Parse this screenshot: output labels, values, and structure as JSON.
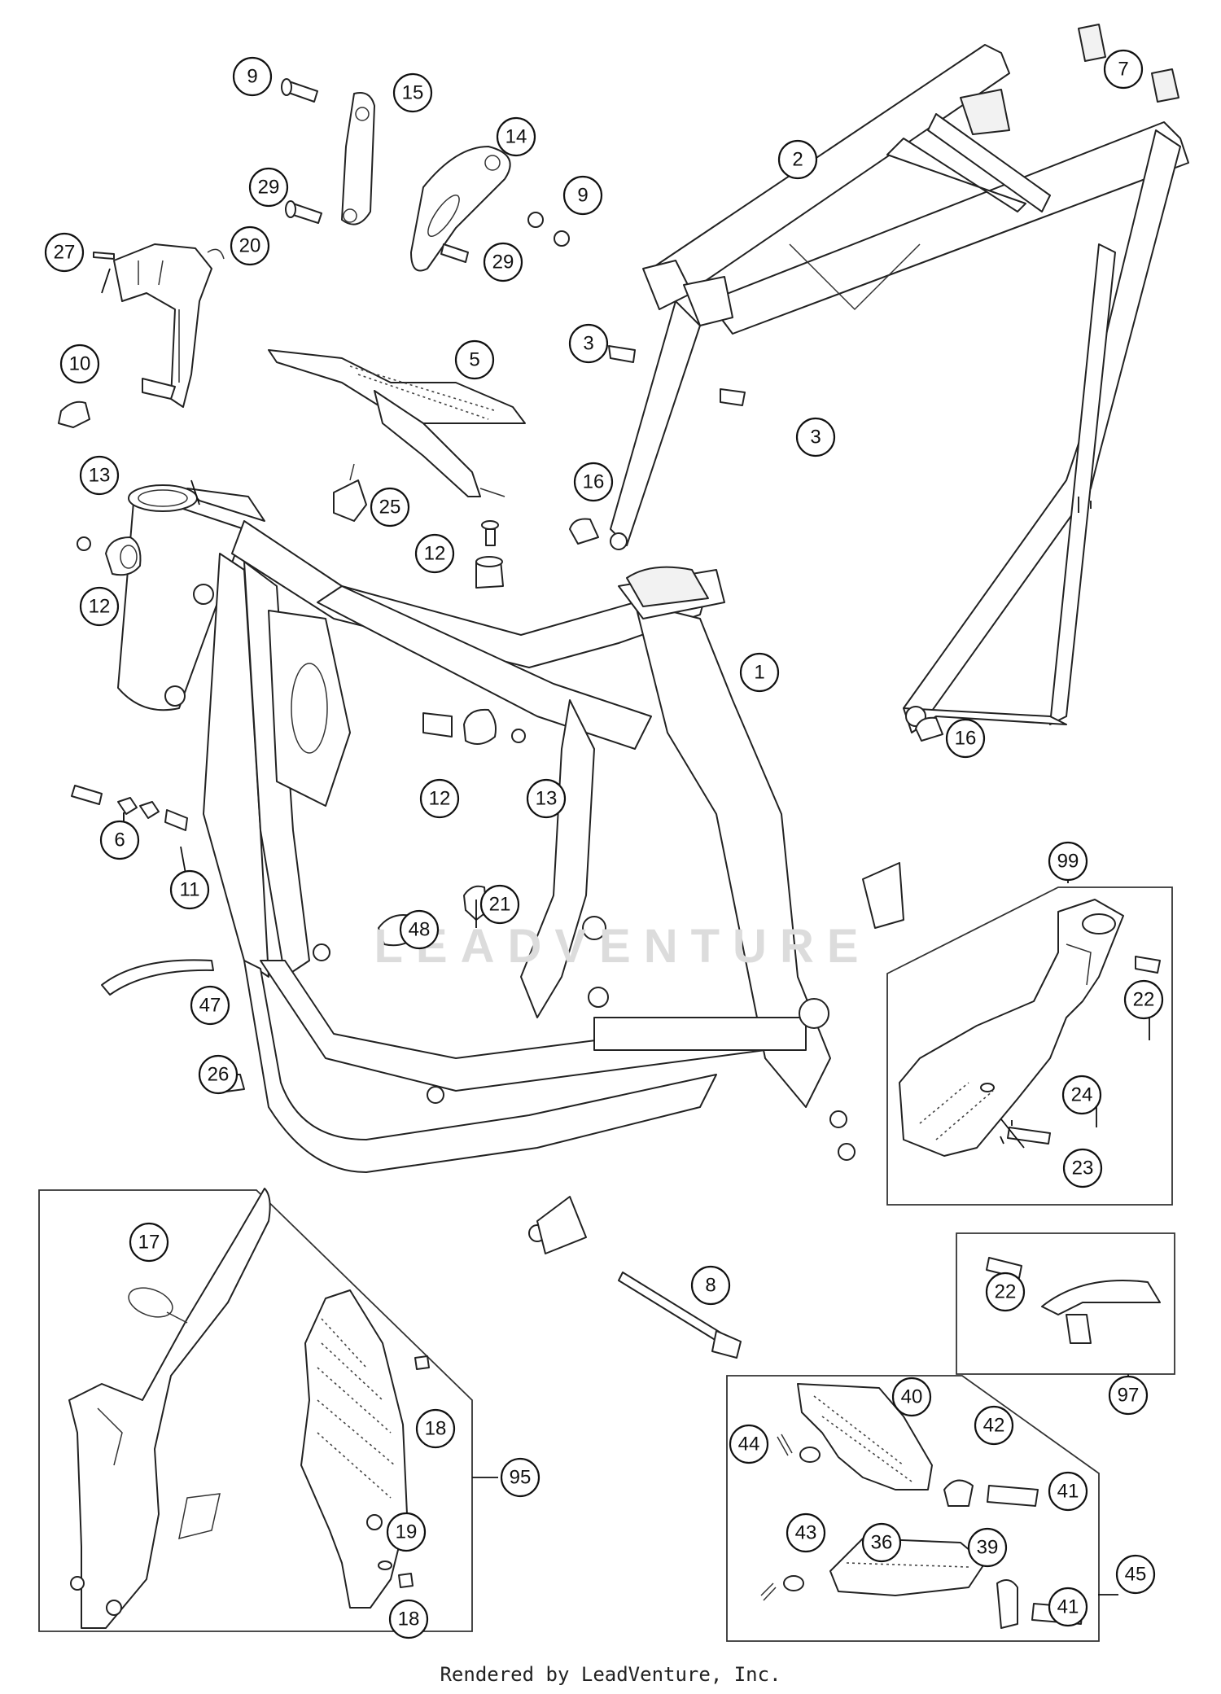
{
  "watermark": "LEADVENTURE",
  "footer": "Rendered by LeadVenture, Inc.",
  "callouts": [
    "1",
    "2",
    "3",
    "3",
    "5",
    "6",
    "7",
    "8",
    "9",
    "9",
    "10",
    "11",
    "12",
    "12",
    "12",
    "13",
    "13",
    "14",
    "15",
    "16",
    "16",
    "17",
    "18",
    "18",
    "19",
    "20",
    "21",
    "22",
    "22",
    "23",
    "24",
    "25",
    "26",
    "27",
    "29",
    "29",
    "36",
    "39",
    "40",
    "41",
    "41",
    "42",
    "43",
    "44",
    "45",
    "47",
    "48",
    "95",
    "97",
    "99"
  ]
}
